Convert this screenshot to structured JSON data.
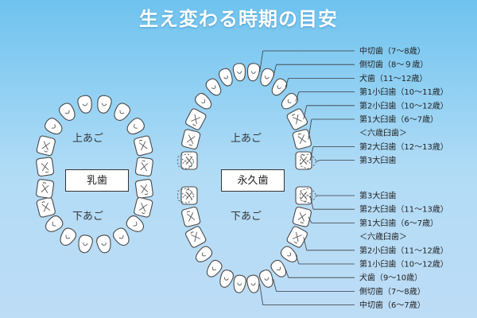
{
  "title": "生え変わる時期の目安",
  "primary": {
    "box_label": "乳歯",
    "upper_label": "上あご",
    "lower_label": "下あご"
  },
  "permanent": {
    "box_label": "永久歯",
    "upper_label": "上あご",
    "lower_label": "下あご",
    "upper_labels": [
      "中切歯（7〜8歳）",
      "側切歯（8〜９歳）",
      "犬歯（11〜12歳）",
      "第1小臼歯（10〜11歳）",
      "第2小臼歯（10〜12歳）",
      "第1大臼歯（6〜7歳）",
      "＜六歳臼歯＞",
      "第2大臼歯（12〜13歳）",
      "第3大臼歯"
    ],
    "lower_labels": [
      "第3大臼歯",
      "第2大臼歯（11〜13歳）",
      "第1大臼歯（6〜7歳）",
      "＜六歳臼歯＞",
      "第2小臼歯（11〜12歳）",
      "第1小臼歯（10〜12歳）",
      "犬歯（9〜10歳）",
      "側切歯（7〜8歳）",
      "中切歯（6〜7歳）"
    ]
  },
  "colors": {
    "background_top": "#6ec3ef",
    "background_bottom": "#bddcf6",
    "tooth_fill": "#ffffff",
    "outline": "#4a4a4a"
  }
}
